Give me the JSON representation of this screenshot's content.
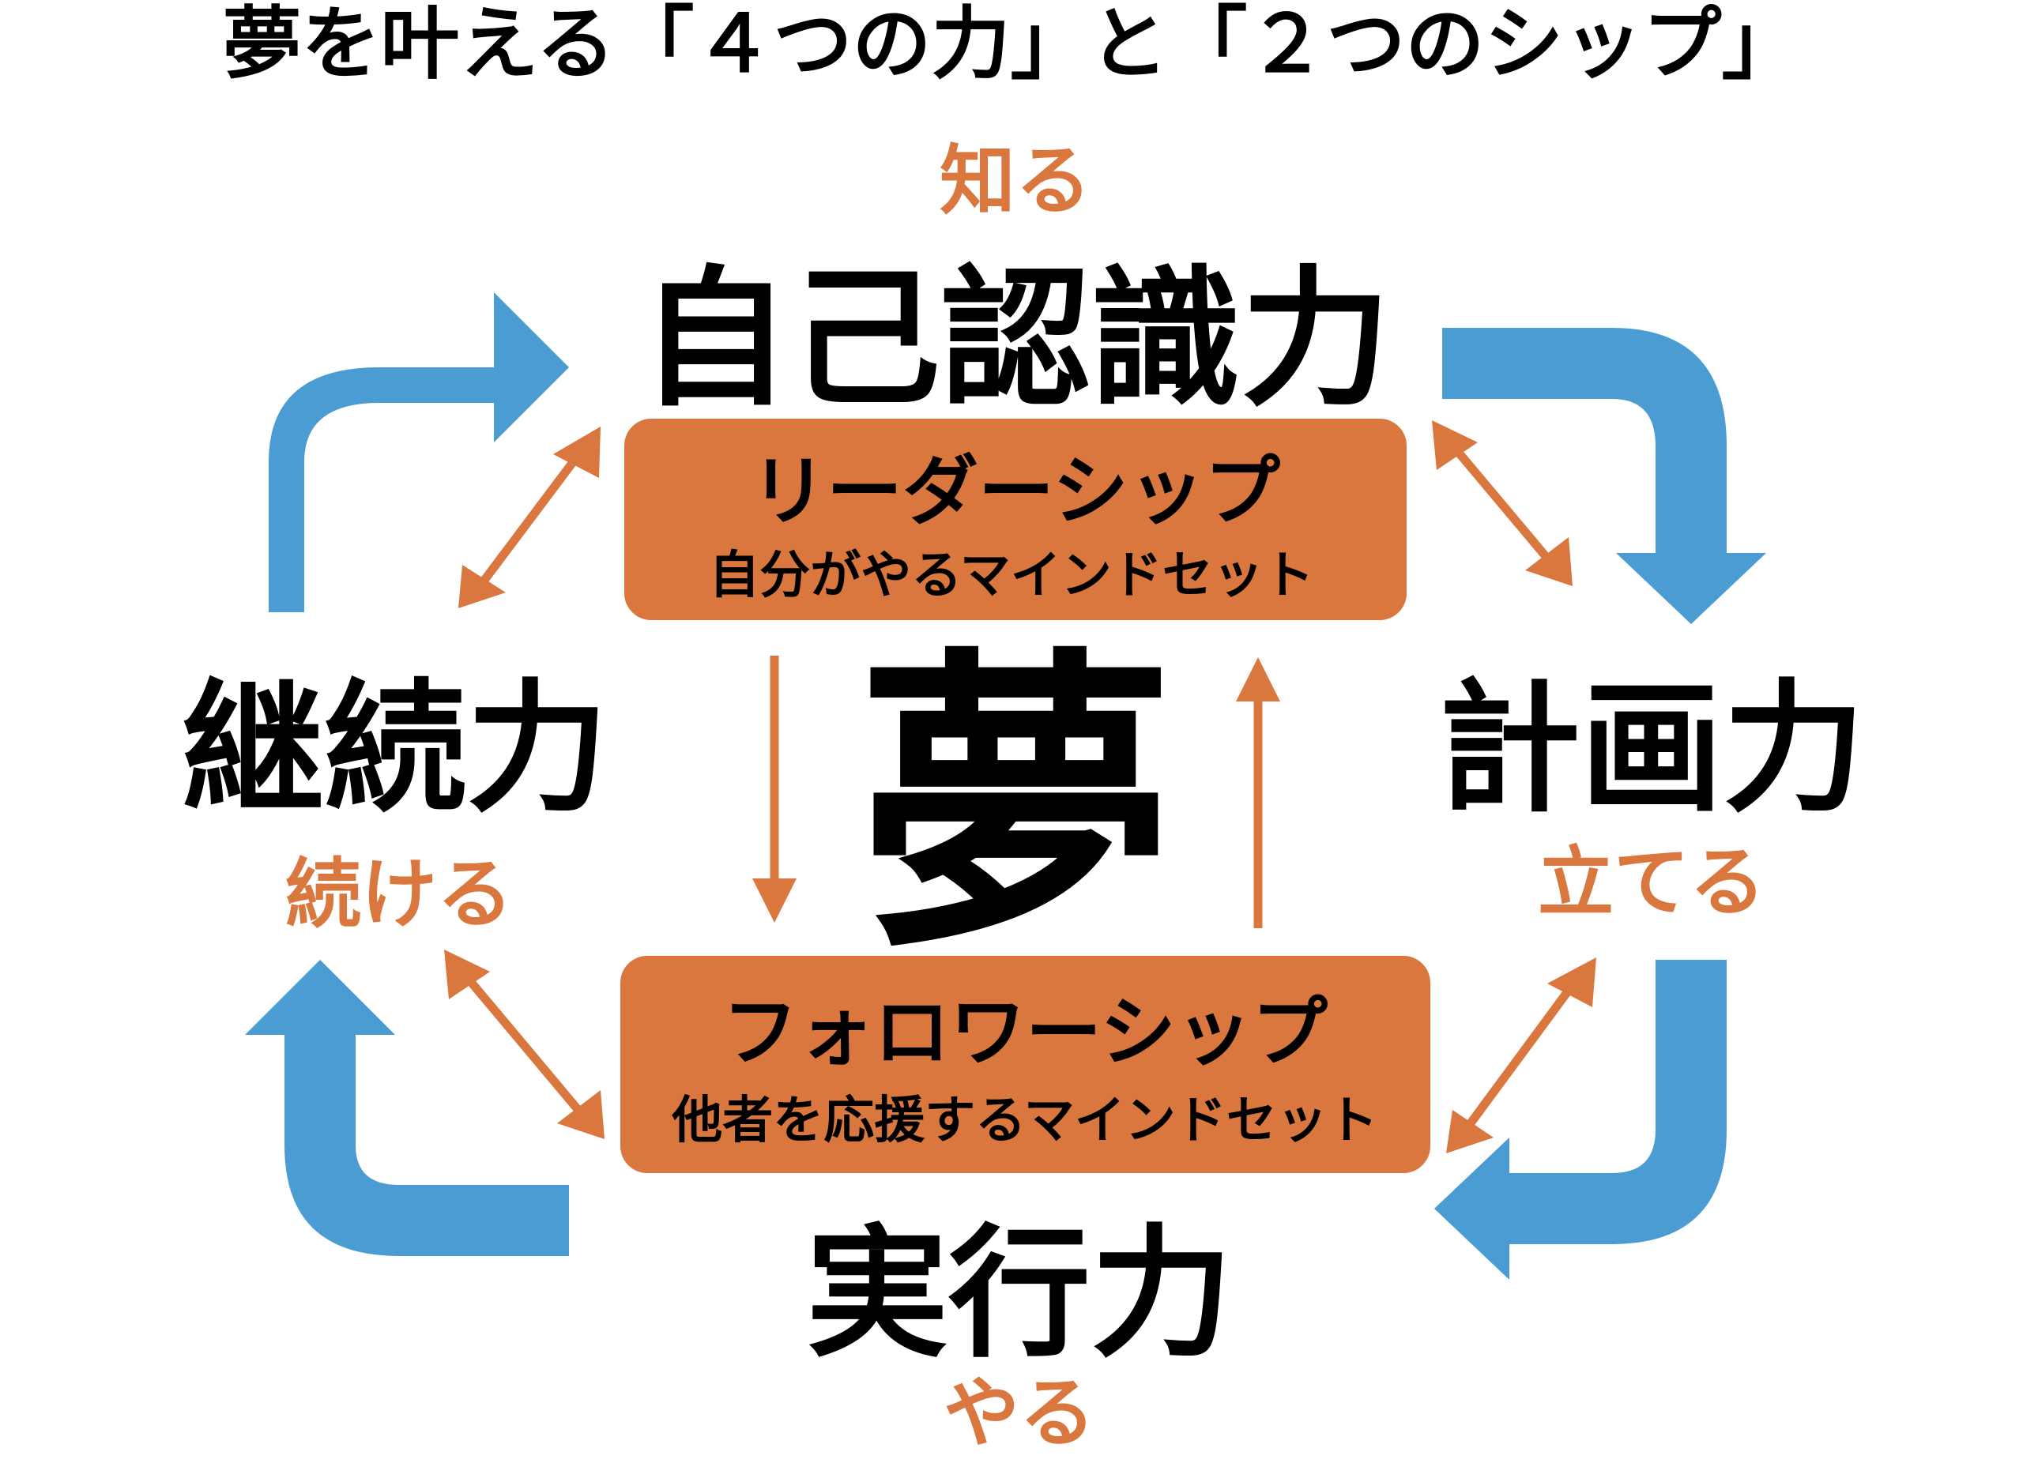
{
  "title": "夢を叶える「４つの力」と「２つのシップ」",
  "colors": {
    "blue": "#4b9cd3",
    "orange": "#d9773e",
    "black": "#000000",
    "white": "#ffffff"
  },
  "center": {
    "label": "夢"
  },
  "powers": {
    "top": {
      "label": "自己認識力",
      "verb": "知る"
    },
    "right": {
      "label": "計画力",
      "verb": "立てる"
    },
    "bottom": {
      "label": "実行力",
      "verb": "やる"
    },
    "left": {
      "label": "継続力",
      "verb": "続ける"
    }
  },
  "ships": {
    "leadership": {
      "title": "リーダーシップ",
      "subtitle": "自分がやるマインドセット"
    },
    "followership": {
      "title": "フォロワーシップ",
      "subtitle": "他者を応援するマインドセット"
    }
  },
  "cycle_arrows": [
    "top-left",
    "top-right",
    "bottom-right",
    "bottom-left"
  ],
  "link_arrows": [
    "top-left",
    "top-right",
    "bottom-left",
    "bottom-right",
    "center-down",
    "center-up"
  ]
}
